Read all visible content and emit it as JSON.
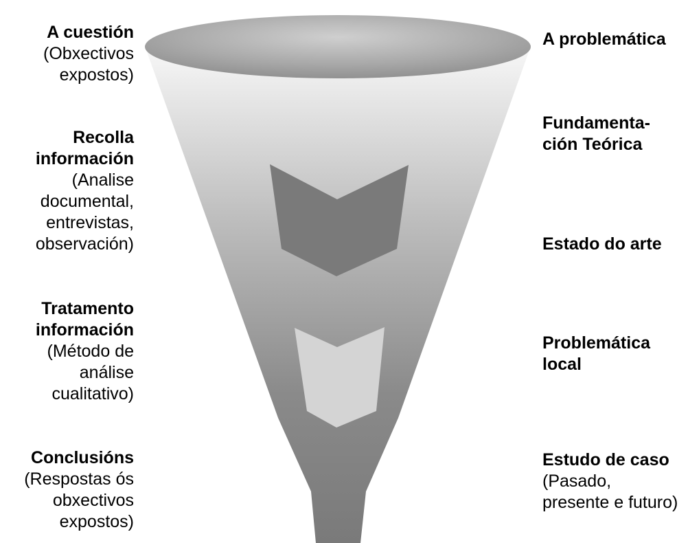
{
  "left_steps": [
    {
      "title": "A cuestión",
      "detail": "(Obxectivos expostos)"
    },
    {
      "title": "Recolla información",
      "detail": "(Analise documental, entrevistas, observación)"
    },
    {
      "title": "Tratamento información",
      "detail": "(Método de análise cualitativo)"
    },
    {
      "title": "Conclusións",
      "detail": "(Respostas ós obxectivos expostos)"
    }
  ],
  "right_steps": [
    {
      "title": "A problemática",
      "detail": ""
    },
    {
      "title": "Fundamenta-ción Teórica",
      "detail": ""
    },
    {
      "title": "Estado do arte",
      "detail": ""
    },
    {
      "title": "Problemática local",
      "detail": ""
    },
    {
      "title": "Estudo de caso",
      "detail": "(Pasado, presente e futuro)"
    }
  ]
}
